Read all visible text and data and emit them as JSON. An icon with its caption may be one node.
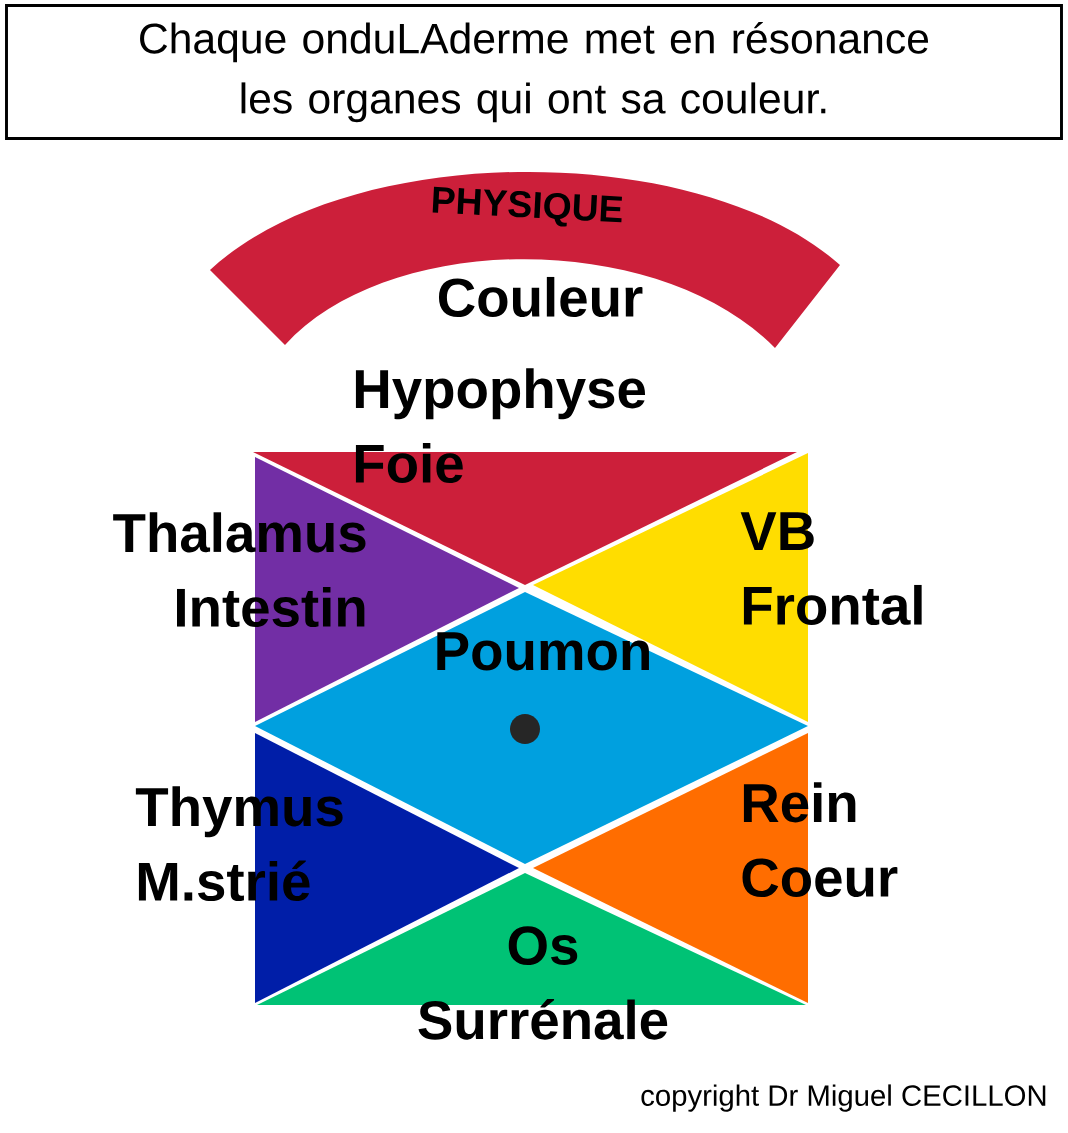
{
  "diagram": {
    "title": "Chaque onduLAderme met en résonance les organes qui ont sa couleur.",
    "nodes": [
      {
        "text": [
          "PHYSIQUE",
          "Couleur"
        ]
      },
      {
        "text": [
          "Hypophyse Foie"
        ]
      },
      {
        "text": [
          "Thalamus Intestin"
        ]
      },
      {
        "text": [
          "VB Frontal"
        ]
      },
      {
        "text": [
          "Poumon"
        ]
      },
      {
        "text": [
          "Thymus M.strié"
        ]
      },
      {
        "text": [
          "Rein Coeur"
        ]
      },
      {
        "text": [
          "Os Surrénale"
        ]
      }
    ],
    "labels": [
      "copyright Dr Miguel CECILLON"
    ]
  }
}
